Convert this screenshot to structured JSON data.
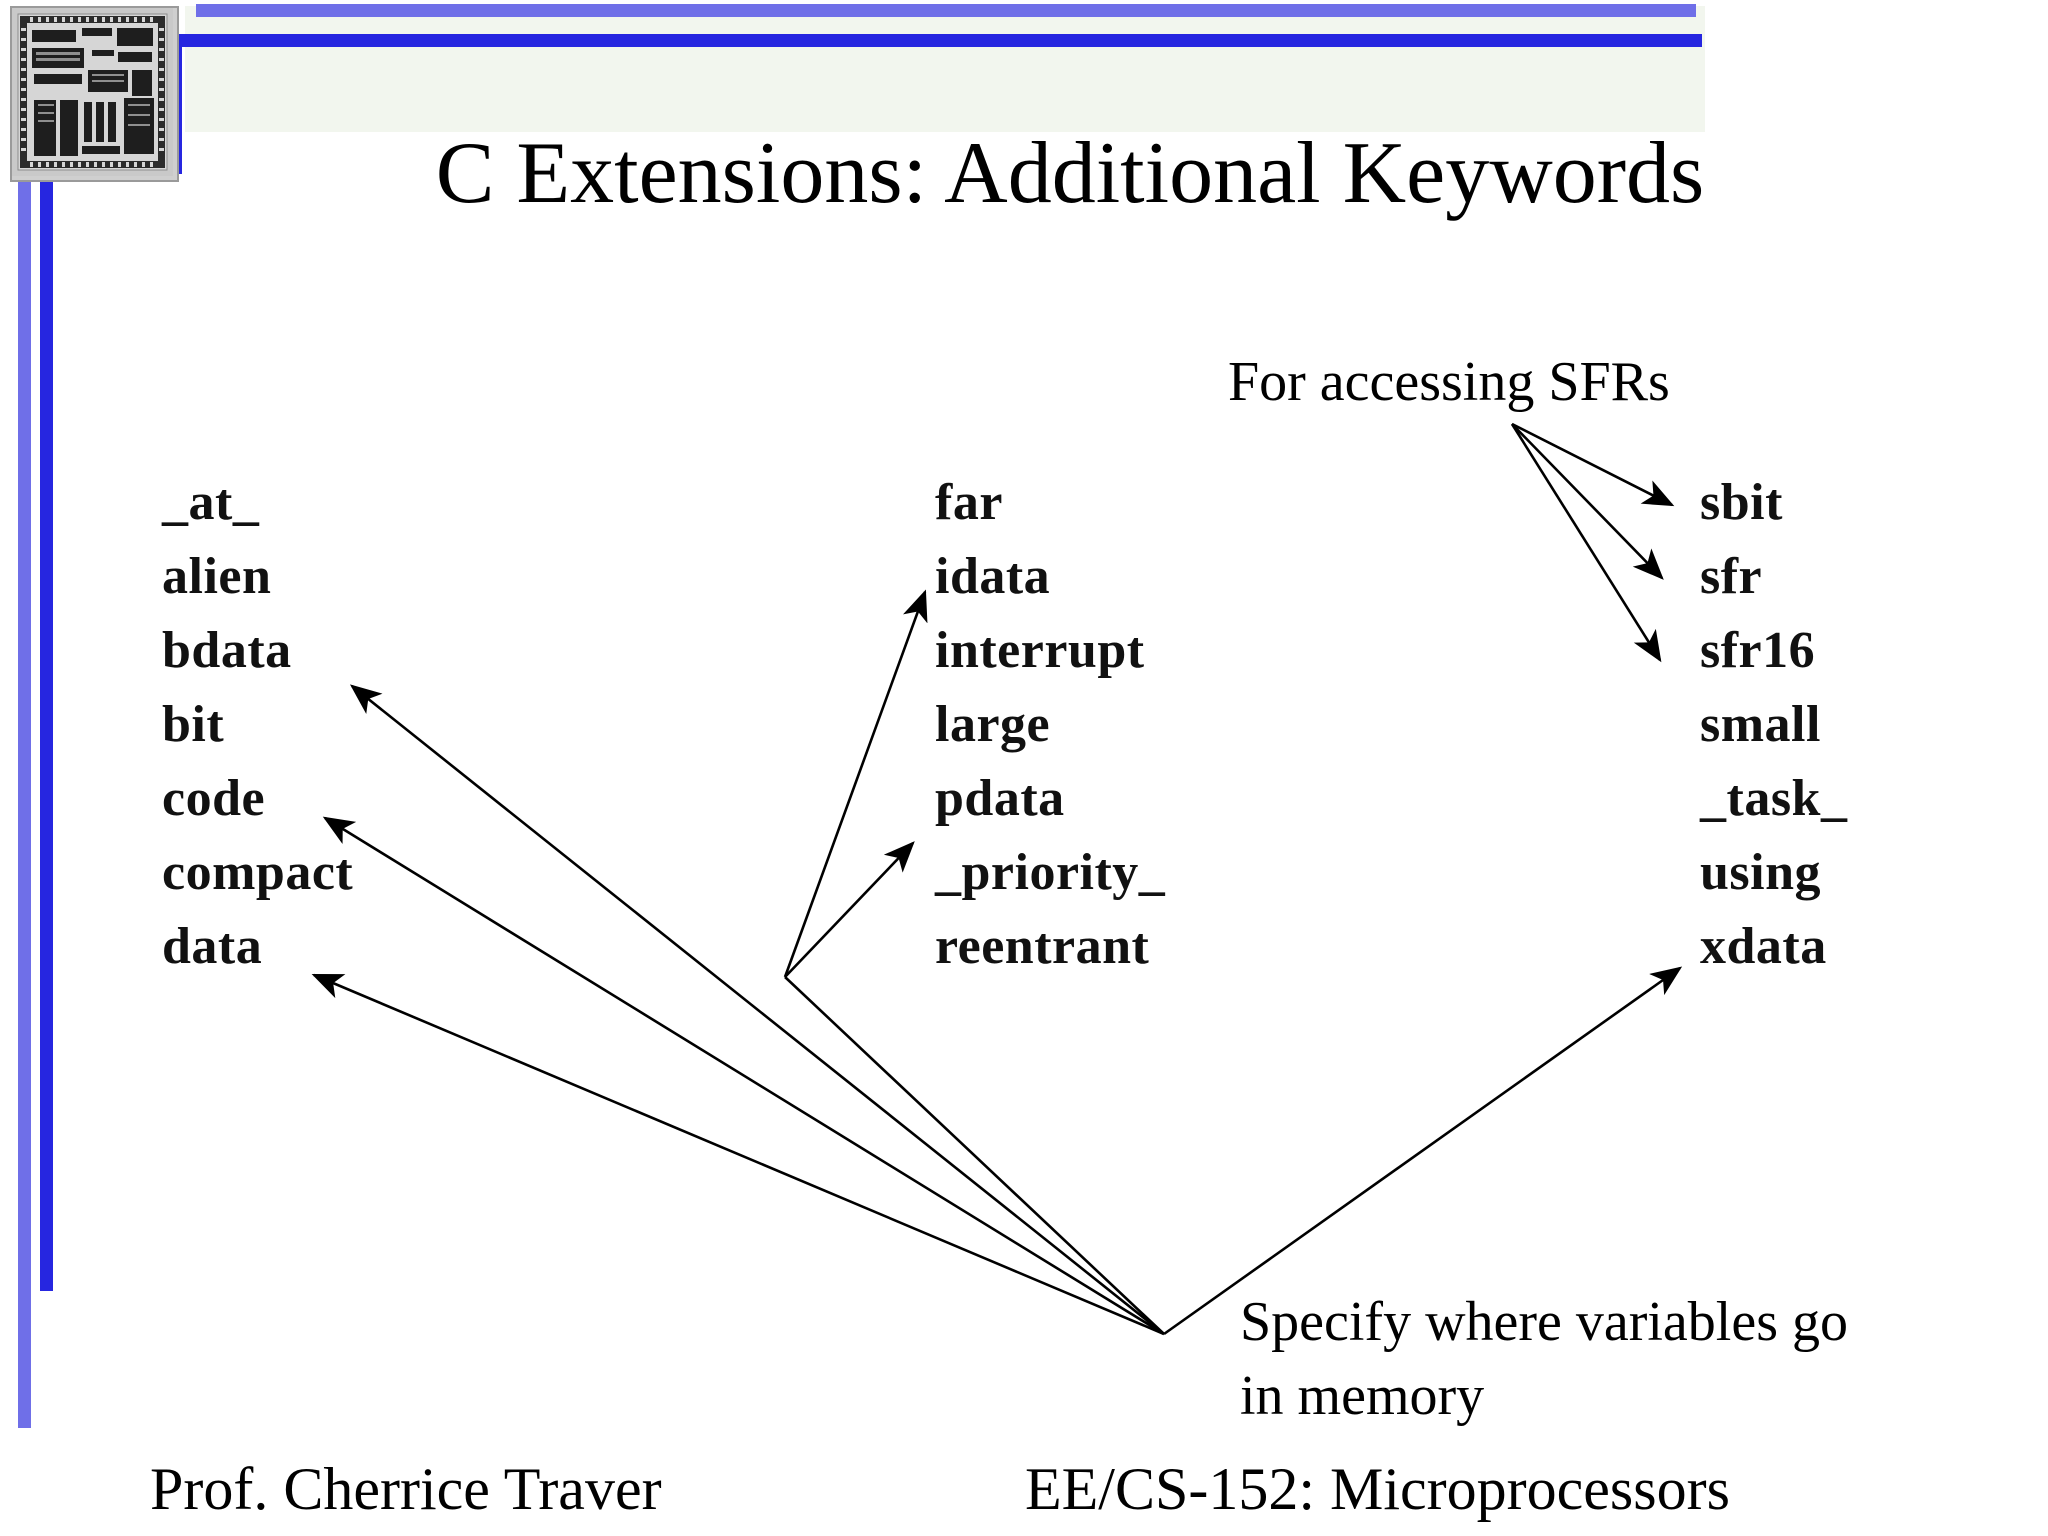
{
  "slide": {
    "title": "C Extensions: Additional Keywords",
    "accent_color_dark": "#2626e0",
    "accent_color_light": "#6f6fe8",
    "title_panel_color": "#f2f6ee",
    "text_color": "#000000"
  },
  "keywords": {
    "left_column": [
      "_at_",
      "alien",
      "bdata",
      "bit",
      "code",
      "compact",
      "data"
    ],
    "middle_column": [
      "far",
      "idata",
      "interrupt",
      "large",
      "pdata",
      "_priority_",
      "reentrant"
    ],
    "right_column": [
      "sbit",
      "sfr",
      "sfr16",
      "small",
      "_task_",
      "using",
      "xdata"
    ]
  },
  "annotations": {
    "sfr_note": "For accessing SFRs",
    "memory_note": "Specify where variables go\nin memory"
  },
  "footer": {
    "left": "Prof. Cherrice Traver",
    "right": "EE/CS-152: Microprocessors"
  },
  "decor": {
    "chip_image_label": "microprocessor-die-photo"
  }
}
